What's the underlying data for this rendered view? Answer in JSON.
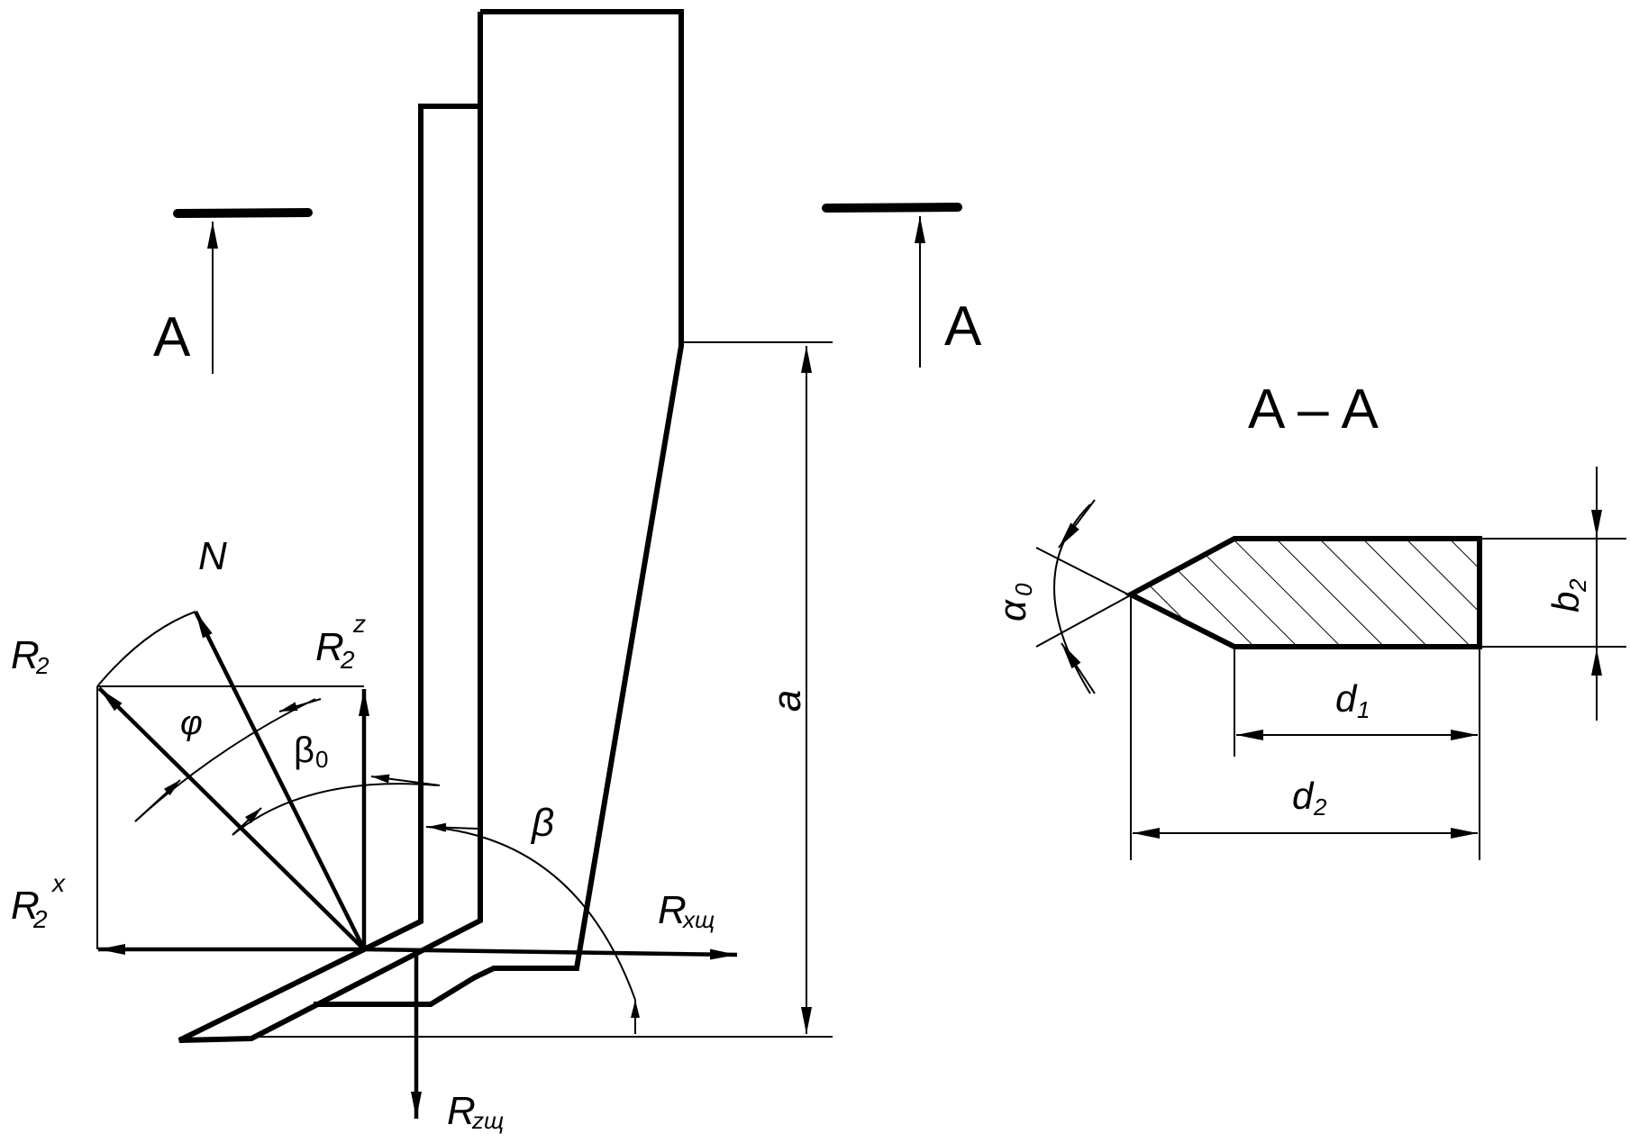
{
  "section_marker": {
    "letter": "A"
  },
  "section_title": "A – A",
  "labels": {
    "N": "N",
    "R2": "R",
    "R2_sub": "2",
    "R2z": "R",
    "R2z_sub": "2",
    "R2z_sup": "z",
    "R2x": "R",
    "R2x_sub": "2",
    "R2x_sup": "x",
    "phi": "φ",
    "beta0": "β",
    "beta0_sub": "0",
    "beta": "β",
    "Rxsch": "R",
    "Rxsch_sub": "xщ",
    "Rzsch": "R",
    "Rzsch_sub": "zщ",
    "a": "a"
  },
  "section_labels": {
    "alpha0": "α",
    "alpha0_sub": "0",
    "b2": "b",
    "b2_sub": "2",
    "d1": "d",
    "d1_sub": "1",
    "d2": "d",
    "d2_sub": "2"
  }
}
